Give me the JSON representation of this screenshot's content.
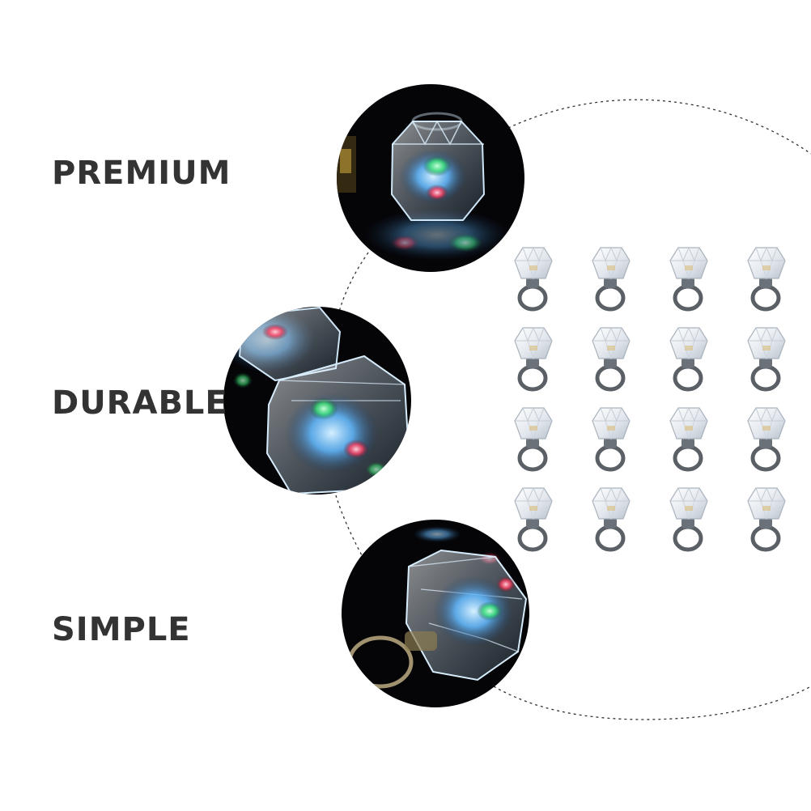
{
  "features": [
    {
      "label": "PREMIUM",
      "icon": "glowing-gem-ring-closeup"
    },
    {
      "label": "DURABLE",
      "icon": "glowing-gem-ring-closeup"
    },
    {
      "label": "SIMPLE",
      "icon": "glowing-gem-ring-closeup"
    }
  ],
  "product": {
    "icon": "led-diamond-ring-icon",
    "grid_rows": 4,
    "grid_cols": 4,
    "count": 16
  },
  "colors": {
    "background": "#ffffff",
    "label_text": "#333333",
    "photo_background": "#050508",
    "led_blue": "#5fb8ff",
    "led_green": "#38e070",
    "led_red": "#ff3b5c",
    "ring_band": "#5a6066",
    "gem_clear": "#e6ebf0"
  }
}
